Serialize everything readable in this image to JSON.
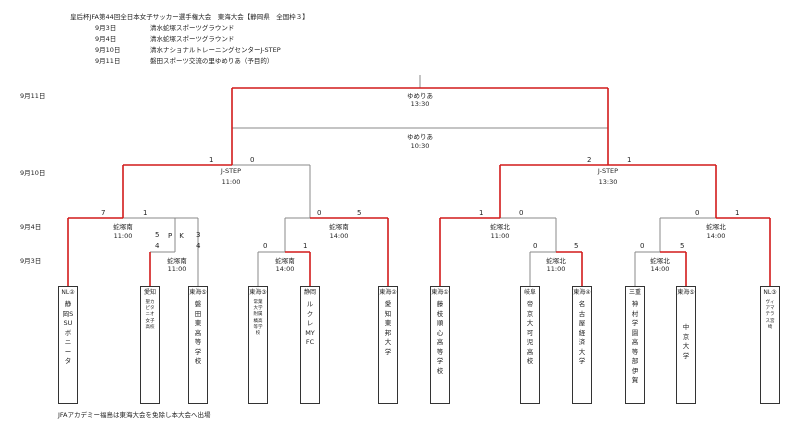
{
  "header": {
    "title": "皇后杯JFA第44回全日本女子サッカー選手権大会　東海大会【静岡県　全国枠３】",
    "schedule": [
      {
        "date": "9月3日",
        "venue": "清水蛇塚スポーツグラウンド"
      },
      {
        "date": "9月4日",
        "venue": "清水蛇塚スポーツグラウンド"
      },
      {
        "date": "9月10日",
        "venue": "清水ナショナルトレーニングセンターJ-STEP"
      },
      {
        "date": "9月11日",
        "venue": "磐田スポーツ交流の里ゆめりあ（予目的）"
      }
    ]
  },
  "round_dates": {
    "r4": "9月11日",
    "r3": "9月10日",
    "r2": "9月4日",
    "r1": "9月3日"
  },
  "teams": [
    {
      "label": "NL②",
      "name": "静岡SSUボニータ"
    },
    {
      "label": "愛知",
      "name": "聖カピタニオ女子高校"
    },
    {
      "label": "東海⑤",
      "name": "磐田東高等学校"
    },
    {
      "label": "東海③",
      "name": "常葉大学附属橘高等学校"
    },
    {
      "label": "静岡",
      "name": "ルクレMYFC"
    },
    {
      "label": "東海②",
      "name": "愛知東邦大学"
    },
    {
      "label": "東海①",
      "name": "藤枝順心高等学校"
    },
    {
      "label": "岐阜",
      "name": "帝京大可児高校"
    },
    {
      "label": "東海④",
      "name": "名古屋経済大学"
    },
    {
      "label": "三重",
      "name": "神村学園高等部伊賀"
    },
    {
      "label": "東海⑤",
      "name": "中京大学"
    },
    {
      "label": "NL③",
      "name": "ヴィアマテラス宮崎"
    }
  ],
  "matches": {
    "m1": {
      "venue": "蛇塚南",
      "time": "11:00"
    },
    "m2": {
      "venue": "蛇塚南",
      "time": "14:00"
    },
    "m3": {
      "venue": "蛇塚北",
      "time": "11:00"
    },
    "m4": {
      "venue": "蛇塚北",
      "time": "14:00"
    },
    "m5": {
      "venue": "蛇塚南",
      "time": "11:00"
    },
    "m6": {
      "venue": "蛇塚南",
      "time": "14:00"
    },
    "m7": {
      "venue": "蛇塚北",
      "time": "11:00"
    },
    "m8": {
      "venue": "蛇塚北",
      "time": "14:00"
    },
    "m9": {
      "venue": "J-STEP",
      "time": "11:00"
    },
    "m10": {
      "venue": "J-STEP",
      "time": "13:30"
    },
    "m11": {
      "venue": "ゆめりあ",
      "time": "10:30"
    },
    "m12": {
      "venue": "ゆめりあ",
      "time": "13:30"
    }
  },
  "scores": {
    "m1_l": "5",
    "m1_r": "3",
    "m1_pk": "P　K",
    "m1_pk_l": "4",
    "m1_pk_r": "4",
    "m2_l": "0",
    "m2_r": "1",
    "m3_l": "0",
    "m3_r": "5",
    "m4_l": "0",
    "m4_r": "5",
    "m5_l": "7",
    "m5_r": "1",
    "m6_l": "0",
    "m6_r": "5",
    "m7_l": "1",
    "m7_r": "0",
    "m8_l": "0",
    "m8_r": "1",
    "m9_l": "1",
    "m9_r": "0",
    "m10_l": "2",
    "m10_r": "1"
  },
  "footer": {
    "note": "JFAアカデミー福島は東海大会を免除し本大会へ出場"
  },
  "colors": {
    "win": "#d21a1a",
    "line": "#888888",
    "box": "#333333"
  }
}
